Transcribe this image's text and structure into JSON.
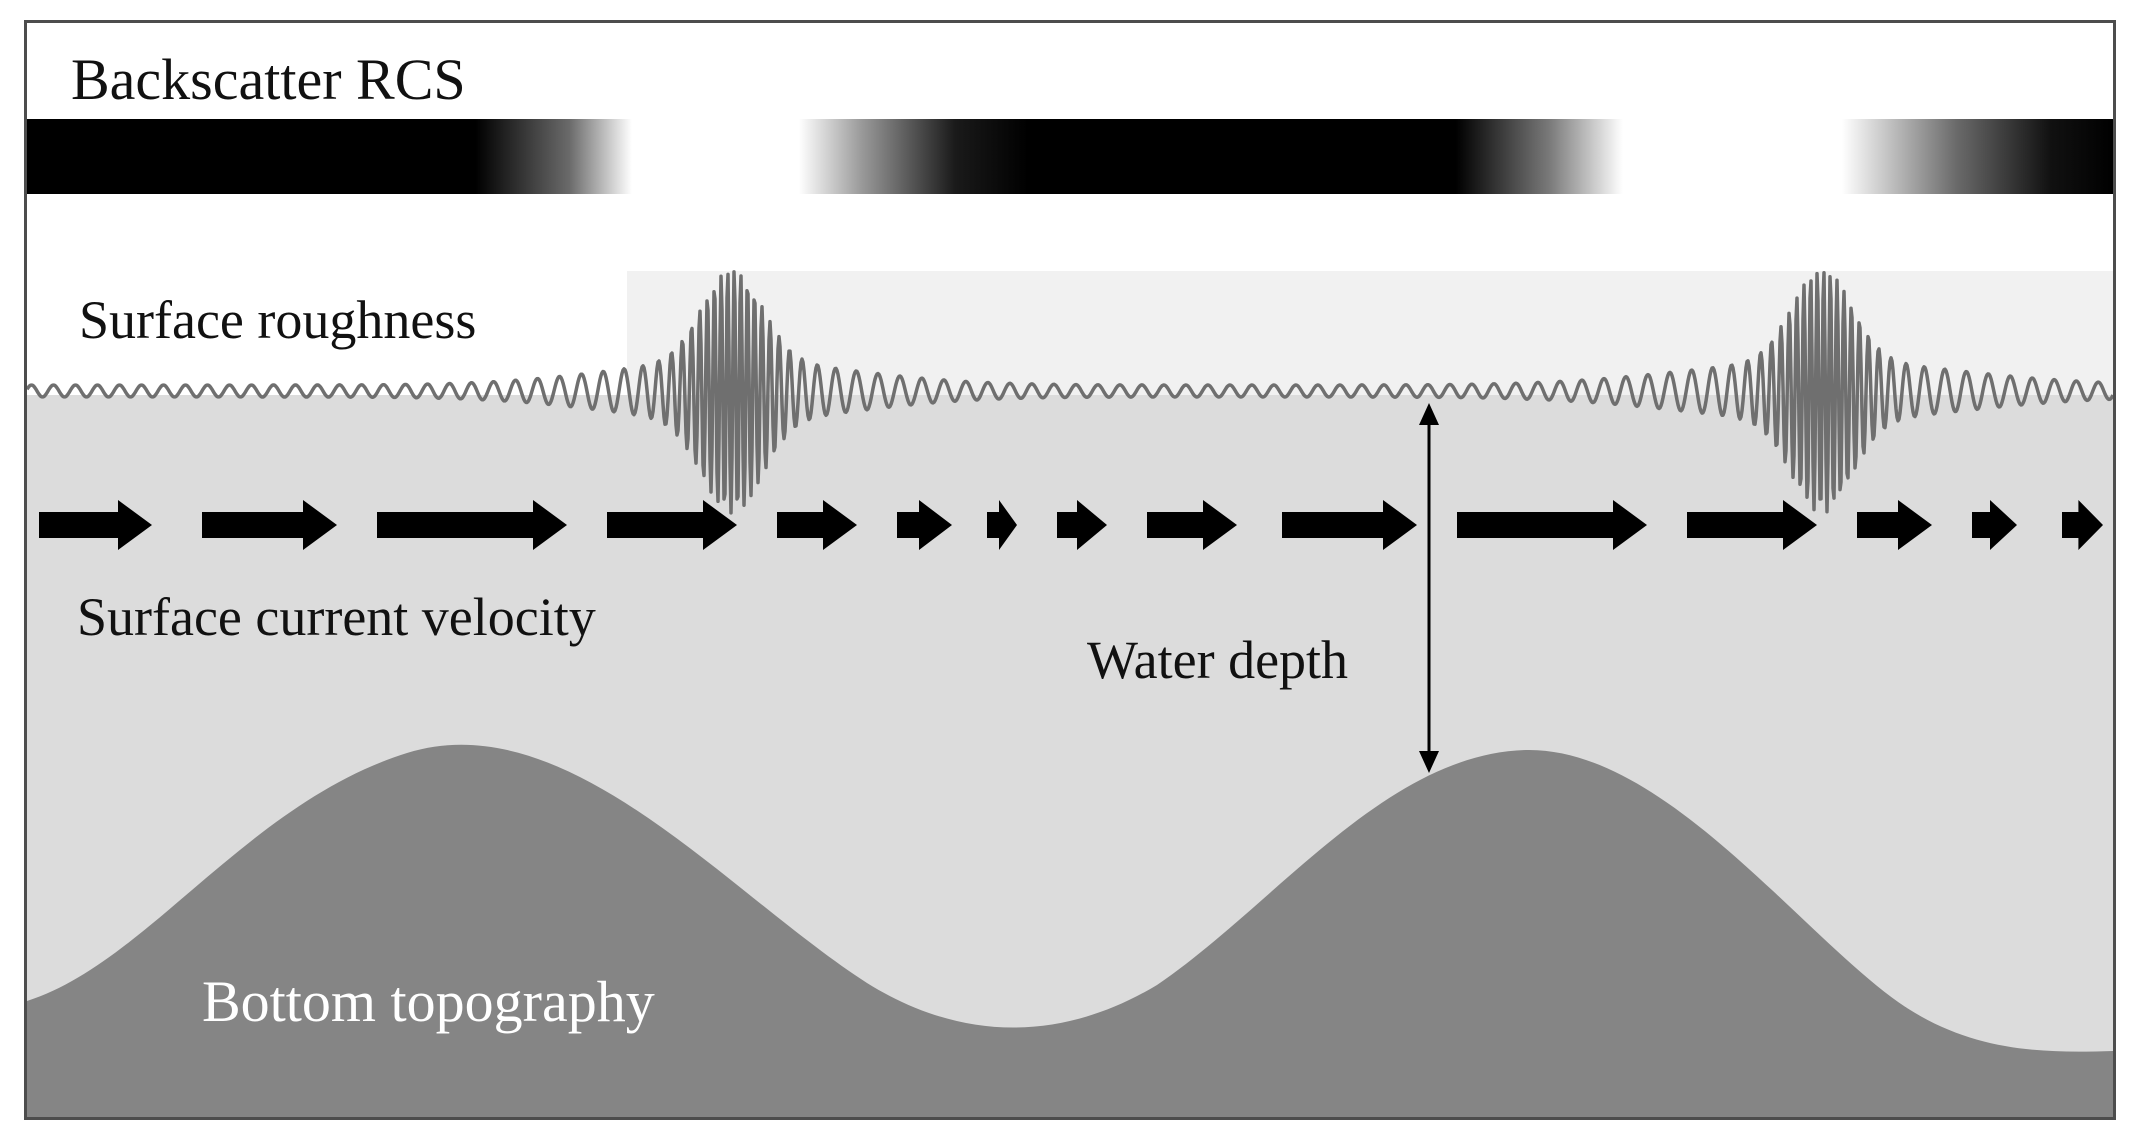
{
  "labels": {
    "backscatter": "Backscatter RCS",
    "surface_roughness": "Surface roughness",
    "surface_current": "Surface current velocity",
    "water_depth": "Water depth",
    "bottom_topography": "Bottom topography"
  },
  "colors": {
    "frame": "#4d4d4d",
    "water": "#dcdcdc",
    "seabed": "#858585",
    "wave_line": "#6f6f6f",
    "arrows": "#000000",
    "text": "#111111",
    "bottom_label": "#ffffff"
  },
  "rcs_band": {
    "intensity_profile": "dark-light-dark-light-dark"
  }
}
